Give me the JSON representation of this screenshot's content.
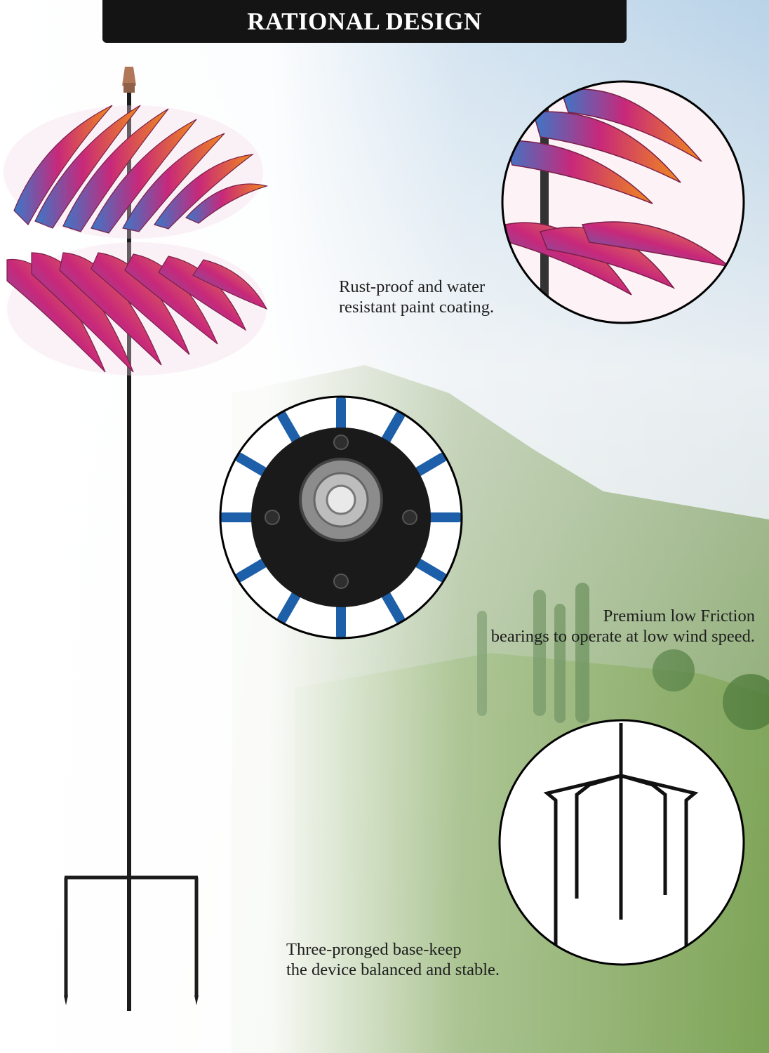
{
  "banner": {
    "title": "RATIONAL DESIGN"
  },
  "features": [
    {
      "line1": "Rust-proof and water",
      "line2": "resistant paint coating.",
      "icon": "spinner-blades-closeup"
    },
    {
      "line1": "Premium low Friction",
      "line2": "bearings to operate at low wind speed.",
      "icon": "bearing-hub-closeup"
    },
    {
      "line1": "Three-pronged base-keep",
      "line2": "the device balanced and stable.",
      "icon": "stake-base-closeup"
    }
  ],
  "colors": {
    "banner_bg": "#141414",
    "banner_text": "#ffffff",
    "magenta": "#c8287a",
    "orange": "#f08a1c",
    "blue": "#3a78c8"
  }
}
